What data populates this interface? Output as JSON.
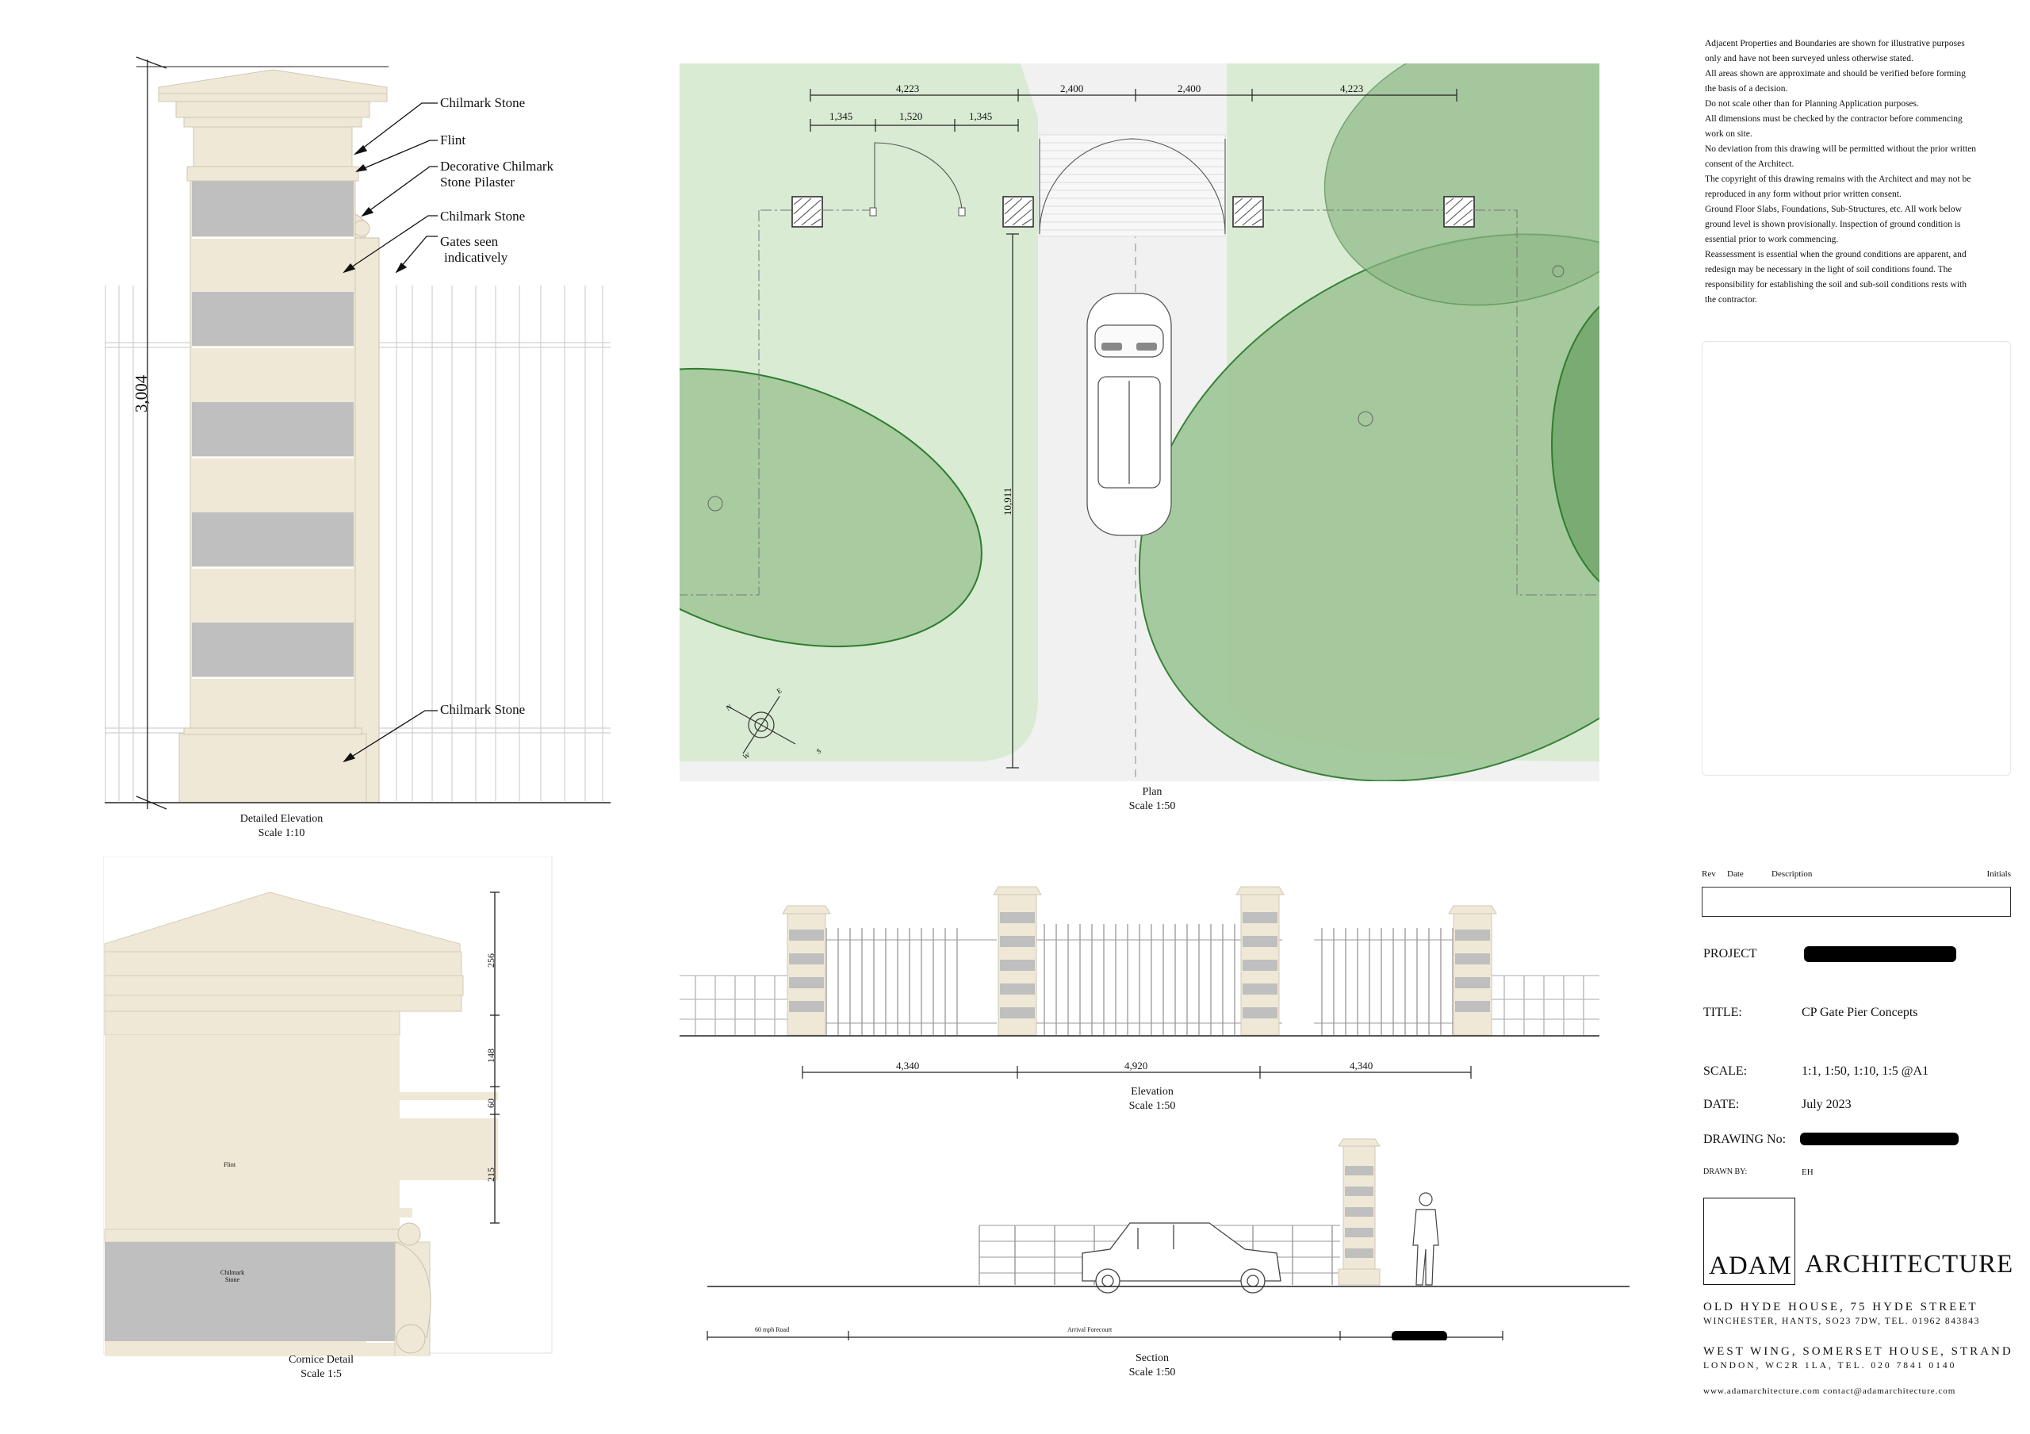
{
  "detailed_elevation": {
    "dimension": "3,004",
    "labels": [
      "Chilmark Stone",
      "Flint",
      "Decorative Chilmark",
      "Stone Pilaster",
      "Chilmark Stone",
      "Gates seen",
      "indicatively",
      "Chilmark Stone"
    ],
    "title": "Detailed Elevation",
    "scale": "Scale 1:10"
  },
  "plan": {
    "dims_top": [
      "4,223",
      "2,400",
      "2,400",
      "4,223"
    ],
    "dims_sub": [
      "1,345",
      "1,520",
      "1,345"
    ],
    "dim_vertical": "10,911",
    "compass": [
      "N",
      "E",
      "S",
      "W"
    ],
    "title": "Plan",
    "scale": "Scale 1:50"
  },
  "notes": [
    "Adjacent Properties and Boundaries are shown for illustrative purposes",
    "only and have not been surveyed unless otherwise stated.",
    "All areas shown are approximate and should be verified before forming",
    "the basis of a decision.",
    "Do not scale other than for Planning Application purposes.",
    "All dimensions must be checked by the contractor before commencing",
    "work on site.",
    "No deviation from this drawing will be permitted without the prior written",
    "consent of the Architect.",
    "The copyright of this drawing remains with the Architect and may not be",
    "reproduced in any form without prior written consent.",
    "Ground Floor Slabs, Foundations, Sub-Structures, etc. All work below",
    "ground level is shown provisionally. Inspection of ground condition is",
    "essential prior to work commencing.",
    "Reassessment is essential when the ground conditions are apparent, and",
    "redesign may be necessary in the light of soil conditions found.  The",
    "responsibility for establishing the soil and sub-soil conditions rests with",
    "the contractor."
  ],
  "cornice_detail": {
    "dims": [
      "256",
      "148",
      "60",
      "215"
    ],
    "flint": "Flint",
    "stone_1": "Chilmark",
    "stone_2": "Stone",
    "title": "Cornice Detail",
    "scale": "Scale 1:5"
  },
  "elevation": {
    "dims": [
      "4,340",
      "4,920",
      "4,340"
    ],
    "title": "Elevation",
    "scale": "Scale 1:50"
  },
  "section": {
    "labels": [
      "60 mph Road",
      "Arrival Forecourt"
    ],
    "title": "Section",
    "scale": "Scale 1:50"
  },
  "title_block": {
    "rev_headers": [
      "Rev",
      "Date",
      "Description",
      "Initials"
    ],
    "project_label": "PROJECT",
    "title_label": "TITLE:",
    "title_value": "CP Gate Pier Concepts",
    "scale_label": "SCALE:",
    "scale_value": "1:1, 1:50, 1:10, 1:5 @A1",
    "date_label": "DATE:",
    "date_value": "July 2023",
    "drawing_label": "DRAWING No:",
    "drawn_label": "DRAWN BY:",
    "drawn_value": "EH",
    "firm_a": "ADAM",
    "firm_b": "ARCHITECTURE",
    "addr1": "OLD HYDE HOUSE, 75 HYDE STREET",
    "addr2": "WINCHESTER, HANTS, SO23 7DW, TEL. 01962 843843",
    "addr3": "WEST WING, SOMERSET HOUSE, STRAND",
    "addr4": "LONDON, WC2R 1LA, TEL. 020 7841 0140",
    "web": "www.adamarchitecture.com  contact@adamarchitecture.com"
  },
  "colors": {
    "stone": "#efe8d6",
    "flint": "#bfbfbf",
    "lawn": "#d9ebd3",
    "tree": "#a3c89b"
  }
}
